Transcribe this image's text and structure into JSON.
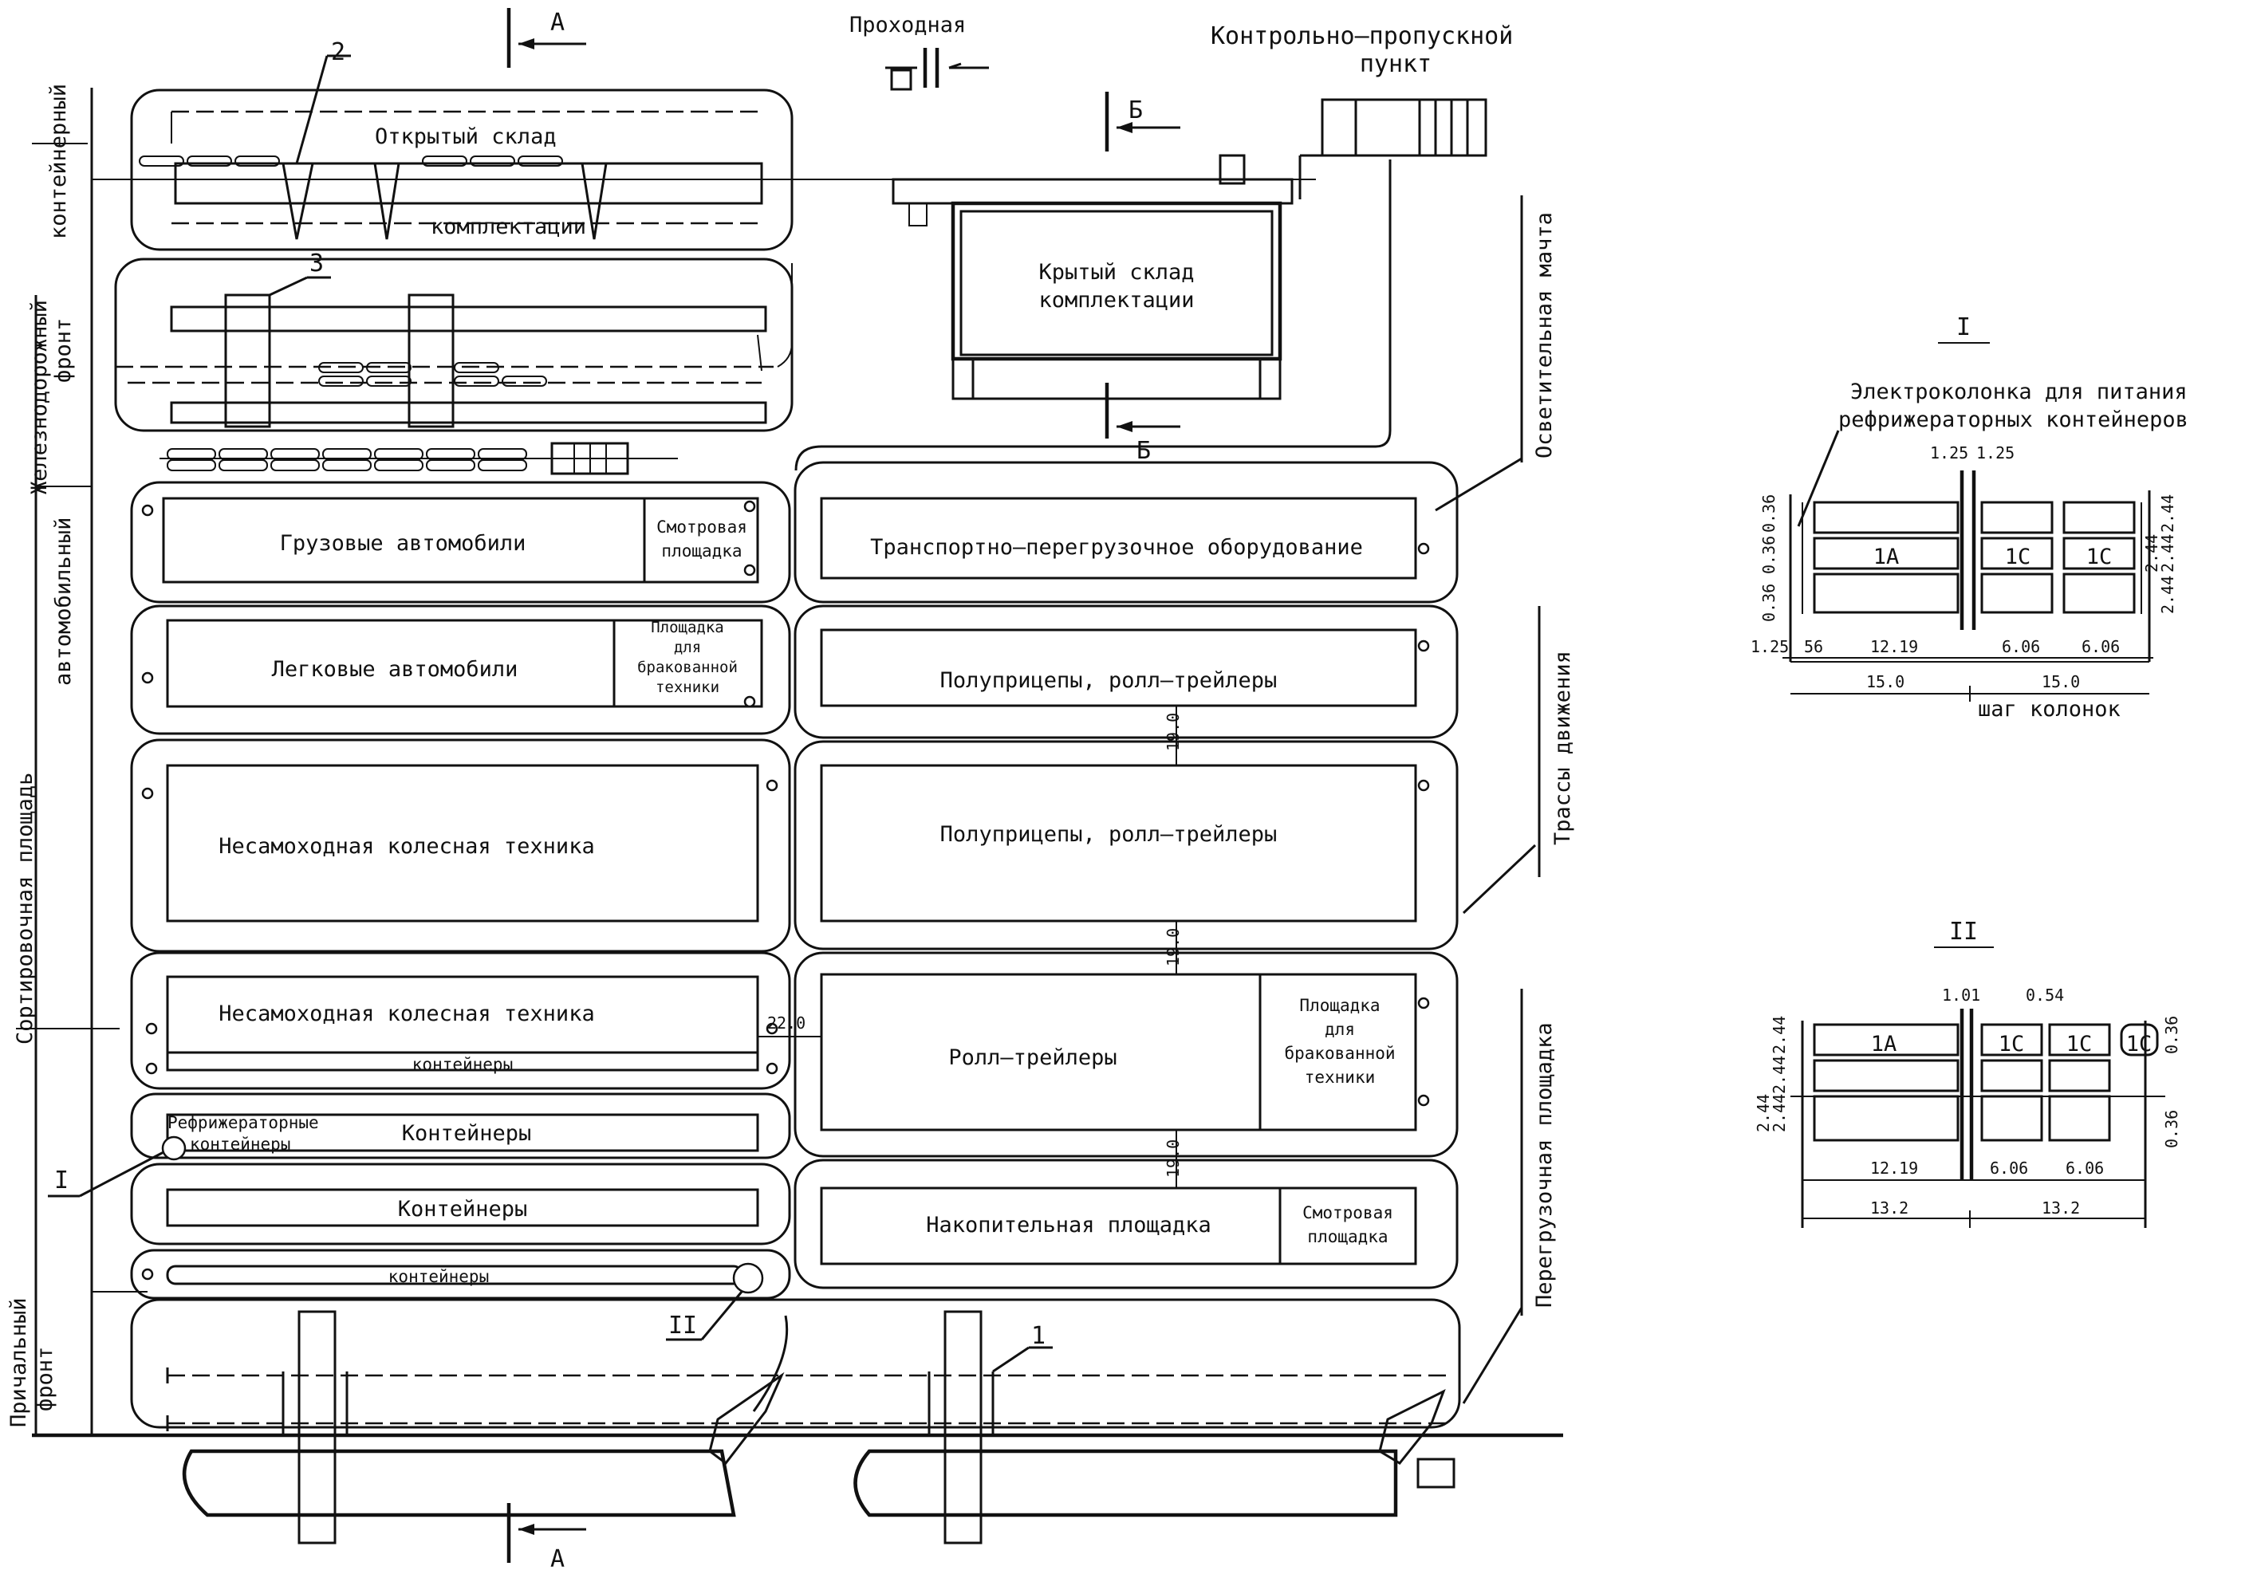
{
  "top": {
    "section_a": "А",
    "section_b": "Б",
    "checkpoint_small": "Проходная",
    "checkpoint_main_line1": "Контрольно–пропускной",
    "checkpoint_main_line2": "пункт",
    "marker_2": "2",
    "marker_3": "3",
    "marker_1": "1"
  },
  "left_labels": {
    "container_front": "контейнерный",
    "rail_front_line1": "Железнодорожный",
    "rail_front_line2": "фронт",
    "auto_front": "автомобильный",
    "sorting_area": "Сортировочная площадь",
    "berth_front_line1": "Причальный",
    "berth_front_line2": "фронт"
  },
  "right_labels": {
    "lighting_mast": "Осветительная мачта",
    "traffic_routes": "Трассы движения",
    "transfer_area": "Перегрузочная площадка"
  },
  "areas": {
    "open_warehouse": "Открытый склад",
    "open_warehouse_sub": "комплектации",
    "covered_warehouse_line1": "Крытый склад",
    "covered_warehouse_line2": "комплектации",
    "trucks": "Грузовые автомобили",
    "inspection1_line1": "Смотровая",
    "inspection1_line2": "площадка",
    "cars": "Легковые автомобили",
    "defective_small_line1": "Площадка",
    "defective_small_line2": "для",
    "defective_small_line3": "бракованной",
    "defective_small_line4": "техники",
    "nonself_1": "Несамоходная колесная техника",
    "nonself_2": "Несамоходная колесная техника",
    "containers_sub1": "контейнеры",
    "reefer_line1": "Рефрижераторные",
    "reefer_line2": "контейнеры",
    "containers_1": "Контейнеры",
    "containers_2": "Контейнеры",
    "containers_sub2": "контейнеры",
    "transport_equipment": "Транспортно–перегрузочное оборудование",
    "semi_trailers_1": "Полуприцепы, ролл–трейлеры",
    "semi_trailers_2": "Полуприцепы, ролл–трейлеры",
    "roll_trailers": "Ролл–трейлеры",
    "defective_big_line1": "Площадка",
    "defective_big_line2": "для",
    "defective_big_line3": "бракованной",
    "defective_big_line4": "техники",
    "storage_area": "Накопительная площадка",
    "inspection2_line1": "Смотровая",
    "inspection2_line2": "площадка",
    "callout_i": "I",
    "callout_ii": "II"
  },
  "dimensions": {
    "gap_1": "19.0",
    "gap_2": "19.0",
    "gap_3": "19.0",
    "gap_side": "22.0"
  },
  "detail_i": {
    "title": "I",
    "column_line1": "Электроколонка для питания",
    "column_line2": "рефрижераторных контейнеров",
    "cell_1a": "1А",
    "cell_1c_a": "1С",
    "cell_1c_b": "1С",
    "d_125_a": "1.25",
    "d_125_b": "1.25",
    "d_125_left": "1.25",
    "d_036_a": "0.36",
    "d_036_b": "0.36",
    "d_036_c": "0.36",
    "d_56": "56",
    "d_1219": "12.19",
    "d_606_a": "6.06",
    "d_606_b": "6.06",
    "d_244_a": "2.44",
    "d_244_b": "2.44",
    "d_244_c": "2.44",
    "d_244_d": "2.44",
    "d_150_a": "15.0",
    "d_150_b": "15.0",
    "step_label": "шаг колонок"
  },
  "detail_ii": {
    "title": "II",
    "cell_1a": "1А",
    "cell_1c_a": "1С",
    "cell_1c_b": "1С",
    "cell_1c_c": "1С",
    "d_101": "1.01",
    "d_054": "0.54",
    "d_244_a": "2.44",
    "d_244_b": "2.44",
    "d_244_c": "2.44",
    "d_244_d": "2.44",
    "d_036_a": "0.36",
    "d_036_b": "0.36",
    "d_1219": "12.19",
    "d_606_a": "6.06",
    "d_606_b": "6.06",
    "d_132_a": "13.2",
    "d_132_b": "13.2"
  }
}
